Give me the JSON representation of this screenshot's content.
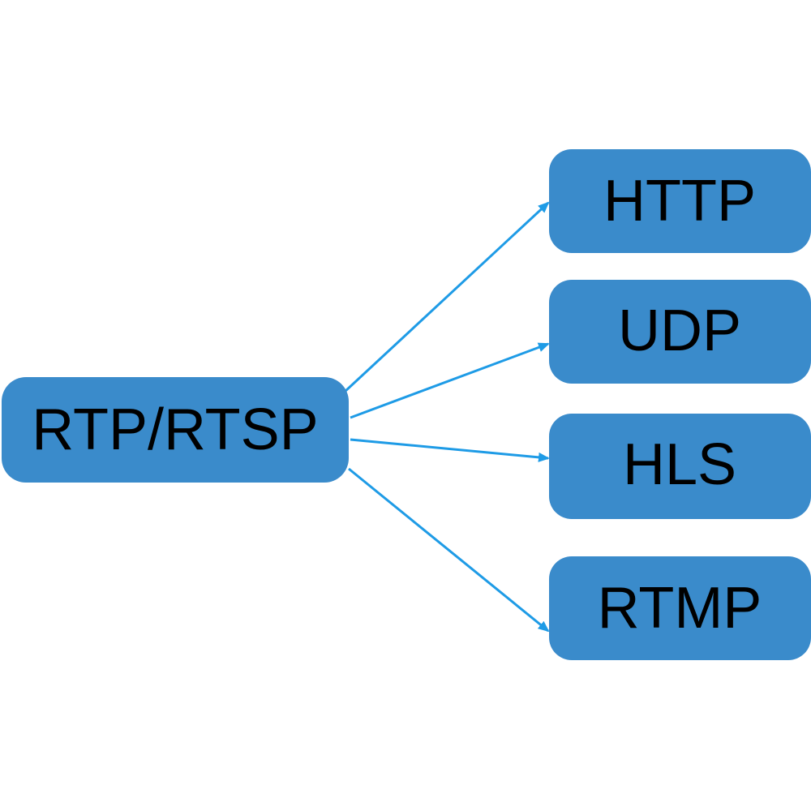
{
  "colors": {
    "node_fill": "#3A8BCB",
    "arrow_stroke": "#1E9BE6",
    "text": "#000000",
    "background": "#FFFFFF"
  },
  "diagram": {
    "source": {
      "label": "RTP/RTSP"
    },
    "targets": [
      {
        "label": "HTTP"
      },
      {
        "label": "UDP"
      },
      {
        "label": "HLS"
      },
      {
        "label": "RTMP"
      }
    ]
  }
}
